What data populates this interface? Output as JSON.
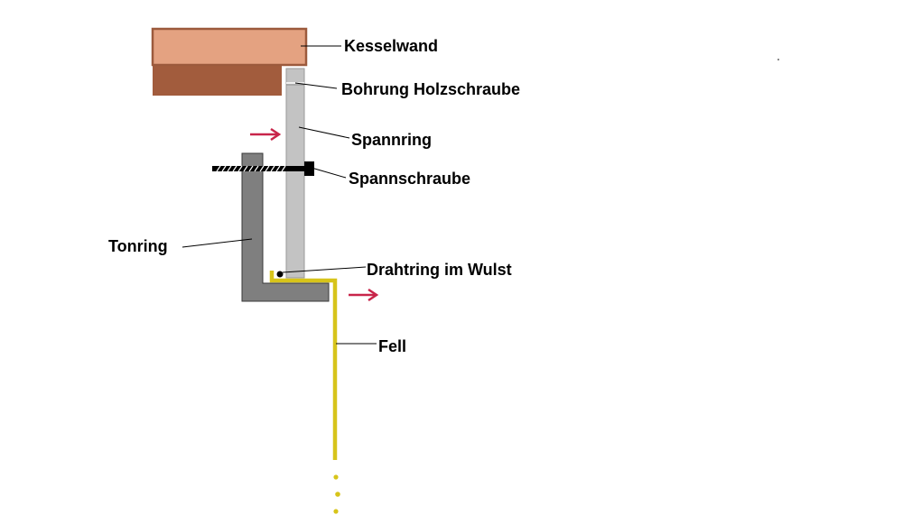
{
  "labels": {
    "kesselwand": "Kesselwand",
    "bohrung": "Bohrung Holzschraube",
    "spannring": "Spannring",
    "spannschraube": "Spannschraube",
    "tonring": "Tonring",
    "drahtring": "Drahtring im Wulst",
    "fell": "Fell"
  },
  "colors": {
    "kesselwand_top": "#E4A281",
    "kesselwand_bottom": "#A25C3D",
    "kesselwand_border": "#9C5A3C",
    "spannring": "#C3C3C3",
    "spannring_border": "#9A9A9A",
    "tonring": "#7F7F7F",
    "tonring_border": "#3A3A3A",
    "fell": "#D7C41A",
    "screw": "#000000",
    "arrow": "#C8254A",
    "leader": "#000000"
  },
  "icons": [
    "arrow-right-icon",
    "arrow-right-icon"
  ]
}
